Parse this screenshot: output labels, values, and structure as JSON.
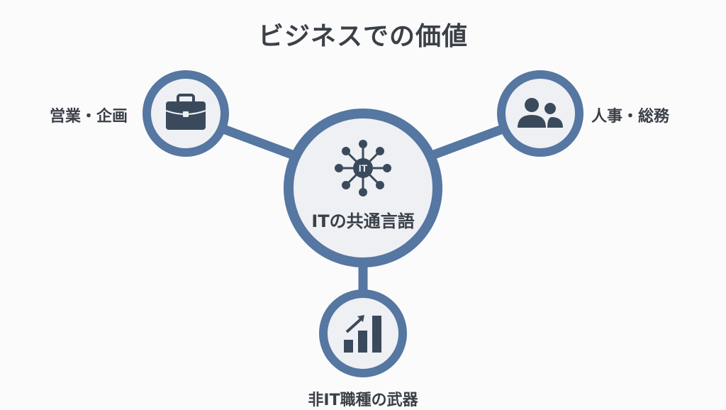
{
  "title": "ビジネスでの価値",
  "colors": {
    "ring": "#5577a1",
    "fill": "#eef0f4",
    "icon": "#3a4a5c",
    "text": "#3b4047"
  },
  "center": {
    "icon": "network-hub-icon",
    "icon_badge": "IT",
    "label": "ITの共通言語"
  },
  "nodes": [
    {
      "id": "sales-planning",
      "label": "営業・企画",
      "icon": "briefcase-icon",
      "position": "left"
    },
    {
      "id": "hr-general-affairs",
      "label": "人事・総務",
      "icon": "people-icon",
      "position": "right"
    },
    {
      "id": "non-it-weapon",
      "label": "非IT職種の武器",
      "icon": "growth-chart-icon",
      "position": "bottom"
    }
  ]
}
